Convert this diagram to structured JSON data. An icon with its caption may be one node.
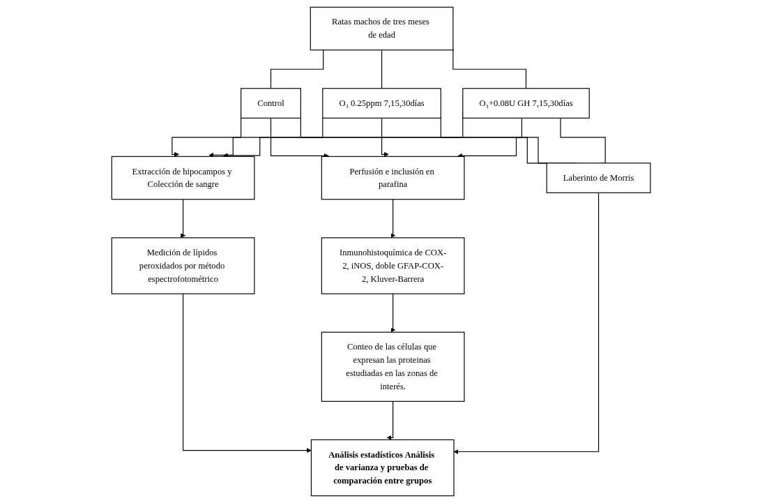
{
  "diagram": {
    "nodes": [
      {
        "text": [
          "Ratas machos de tres meses de edad"
        ]
      },
      {
        "text": [
          "Control"
        ]
      },
      {
        "text": [
          "O₃ 0.25ppm 7,15,30días"
        ]
      },
      {
        "text": [
          "O₃+0.08U GH 7,15,30días"
        ]
      },
      {
        "text": [
          "Laberinto de Morris"
        ]
      },
      {
        "text": [
          "Perfusión e inclusión en parafina"
        ]
      },
      {
        "text": [
          "Extracción de hipocampos y Colección de sangre"
        ]
      },
      {
        "text": [
          "Inmunohistoquímica de COX-2, iNOS, doble GFAP-COX-2, Kluver-Barrera"
        ]
      },
      {
        "text": [
          "Medición de lípidos peroxidados por método espectrofotométrico"
        ]
      },
      {
        "text": [
          "Conteo de las células que expresan las proteinas estudiadas en las zonas de interés."
        ]
      },
      {
        "text": [
          "Análisis estadísticos Análisis de varianza y pruebas de comparación entre grupos"
        ]
      }
    ],
    "edges": [
      {
        "from": 0,
        "to": 1,
        "arrow": "none"
      },
      {
        "from": 0,
        "to": 2,
        "arrow": "none"
      },
      {
        "from": 0,
        "to": 3,
        "arrow": "none"
      },
      {
        "from": 1,
        "to": 5,
        "arrow": "to"
      },
      {
        "from": 2,
        "to": 5,
        "arrow": "to"
      },
      {
        "from": 3,
        "to": 5,
        "arrow": "to"
      },
      {
        "from": 1,
        "to": 6,
        "arrow": "to"
      },
      {
        "from": 2,
        "to": 6,
        "arrow": "to"
      },
      {
        "from": 3,
        "to": 6,
        "arrow": "to"
      },
      {
        "from": 1,
        "to": 4,
        "arrow": "none"
      },
      {
        "from": 2,
        "to": 4,
        "arrow": "none"
      },
      {
        "from": 3,
        "to": 4,
        "arrow": "none"
      },
      {
        "from": 5,
        "to": 7,
        "arrow": "to"
      },
      {
        "from": 6,
        "to": 8,
        "arrow": "to"
      },
      {
        "from": 7,
        "to": 9,
        "arrow": "to"
      },
      {
        "from": 8,
        "to": 10,
        "arrow": "to"
      },
      {
        "from": 9,
        "to": 10,
        "arrow": "to"
      },
      {
        "from": 4,
        "to": 10,
        "arrow": "to"
      }
    ]
  }
}
